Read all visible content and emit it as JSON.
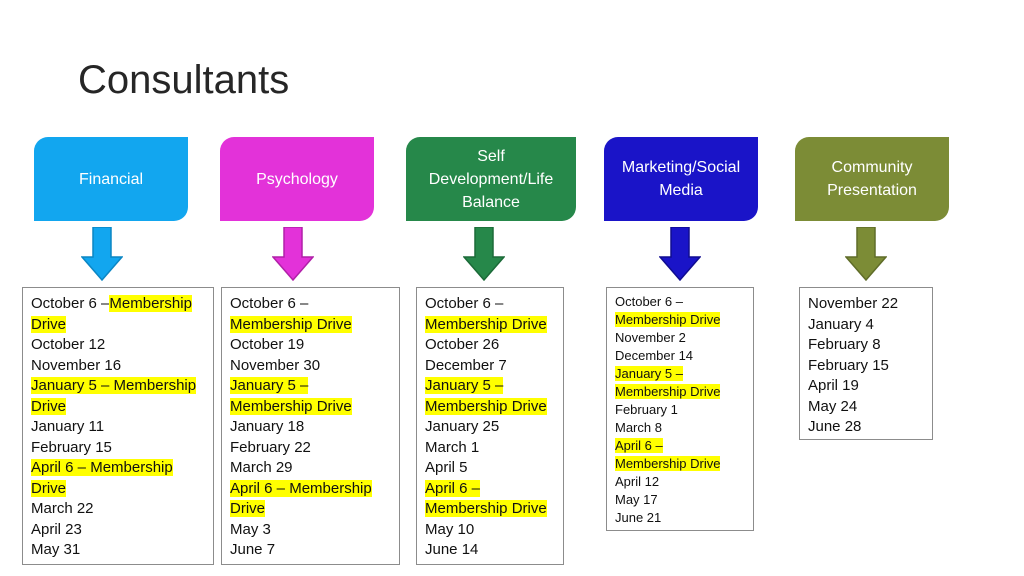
{
  "title": "Consultants",
  "colors": {
    "financial": "#12a6ef",
    "psychology": "#e332d9",
    "self_development": "#26884a",
    "marketing": "#1a14c8",
    "community": "#7c8c36",
    "highlight": "#ffff00"
  },
  "categories": [
    {
      "label": "Financial",
      "color": "#12a6ef",
      "dates": [
        [
          {
            "t": "October 6 –"
          },
          {
            "t": "Membership",
            "hl": true
          }
        ],
        [
          {
            "t": "Drive",
            "hl": true
          }
        ],
        [
          {
            "t": "October 12"
          }
        ],
        [
          {
            "t": "November 16"
          }
        ],
        [
          {
            "t": "January 5 – Membership",
            "hl": true
          }
        ],
        [
          {
            "t": "Drive",
            "hl": true
          }
        ],
        [
          {
            "t": "January 11"
          }
        ],
        [
          {
            "t": "February 15"
          }
        ],
        [
          {
            "t": "April 6 – Membership ",
            "hl": true
          }
        ],
        [
          {
            "t": "Drive",
            "hl": true
          }
        ],
        [
          {
            "t": "March 22"
          }
        ],
        [
          {
            "t": "April 23"
          }
        ],
        [
          {
            "t": "May 31"
          }
        ]
      ]
    },
    {
      "label": "Psychology",
      "color": "#e332d9",
      "dates": [
        [
          {
            "t": "October 6 –"
          }
        ],
        [
          {
            "t": "Membership Drive",
            "hl": true
          }
        ],
        [
          {
            "t": "October 19"
          }
        ],
        [
          {
            "t": "November 30"
          }
        ],
        [
          {
            "t": "January 5 –",
            "hl": true
          }
        ],
        [
          {
            "t": "Membership Drive",
            "hl": true
          }
        ],
        [
          {
            "t": "January 18"
          }
        ],
        [
          {
            "t": "February 22"
          }
        ],
        [
          {
            "t": "March 29"
          }
        ],
        [
          {
            "t": "April 6 – Membership ",
            "hl": true
          }
        ],
        [
          {
            "t": "Drive",
            "hl": true
          }
        ],
        [
          {
            "t": "May 3"
          }
        ],
        [
          {
            "t": "June 7"
          }
        ]
      ]
    },
    {
      "label": "Self\nDevelopment/Life\nBalance",
      "color": "#26884a",
      "dates": [
        [
          {
            "t": "October 6 –"
          }
        ],
        [
          {
            "t": "Membership Drive",
            "hl": true
          }
        ],
        [
          {
            "t": "October 26"
          }
        ],
        [
          {
            "t": "December 7"
          }
        ],
        [
          {
            "t": "January 5 –",
            "hl": true
          }
        ],
        [
          {
            "t": "Membership Drive",
            "hl": true
          }
        ],
        [
          {
            "t": "January 25"
          }
        ],
        [
          {
            "t": "March 1"
          }
        ],
        [
          {
            "t": "April 5"
          }
        ],
        [
          {
            "t": "April 6 –",
            "hl": true
          }
        ],
        [
          {
            "t": "Membership Drive",
            "hl": true
          }
        ],
        [
          {
            "t": "May 10"
          }
        ],
        [
          {
            "t": "June 14"
          }
        ]
      ]
    },
    {
      "label": "Marketing/Social\nMedia",
      "color": "#1a14c8",
      "dates": [
        [
          {
            "t": "October 6 –"
          }
        ],
        [
          {
            "t": "Membership Drive",
            "hl": true
          }
        ],
        [
          {
            "t": "November 2"
          }
        ],
        [
          {
            "t": "December 14"
          }
        ],
        [
          {
            "t": "January 5 –",
            "hl": true
          }
        ],
        [
          {
            "t": "Membership Drive",
            "hl": true
          }
        ],
        [
          {
            "t": "February 1"
          }
        ],
        [
          {
            "t": "March 8"
          }
        ],
        [
          {
            "t": "April 6 –",
            "hl": true
          }
        ],
        [
          {
            "t": "Membership Drive",
            "hl": true
          }
        ],
        [
          {
            "t": "April 12"
          }
        ],
        [
          {
            "t": "May 17"
          }
        ],
        [
          {
            "t": "June 21"
          }
        ]
      ]
    },
    {
      "label": "Community\nPresentation",
      "color": "#7c8c36",
      "dates": [
        [
          {
            "t": "November 22"
          }
        ],
        [
          {
            "t": "January 4"
          }
        ],
        [
          {
            "t": "February 8"
          }
        ],
        [
          {
            "t": "February 15"
          }
        ],
        [
          {
            "t": "April 19"
          }
        ],
        [
          {
            "t": "May 24"
          }
        ],
        [
          {
            "t": "June 28"
          }
        ]
      ]
    }
  ]
}
